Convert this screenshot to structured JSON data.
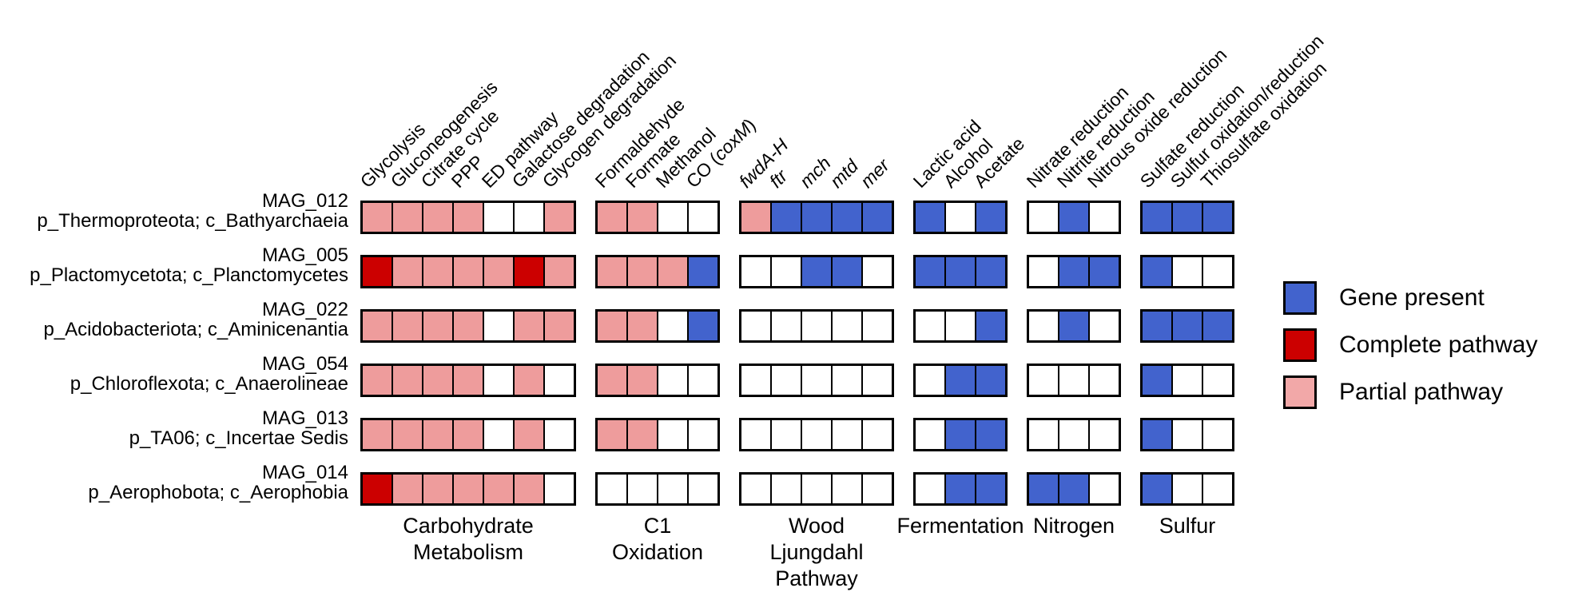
{
  "chart_data": {
    "type": "heatmap",
    "title": "",
    "cell_colors": {
      "B": "#4263CD",
      "C": "#CC0000",
      "P": "#EE9C9C",
      "W": "#FFFFFF"
    },
    "cell_meaning": {
      "B": "Gene present",
      "C": "Complete pathway",
      "P": "Partial pathway",
      "W": "Absent"
    },
    "legend": [
      {
        "label": "Gene present",
        "color": "#4263CD"
      },
      {
        "label": "Complete pathway",
        "color": "#CC0000"
      },
      {
        "label": "Partial pathway",
        "color": "#F2A8A8"
      }
    ],
    "column_groups": [
      {
        "name_lines": [
          "Carbohydrate",
          "Metabolism"
        ],
        "columns": [
          {
            "label": "Glycolysis"
          },
          {
            "label": "Gluconeogenesis"
          },
          {
            "label": "Citrate cycle"
          },
          {
            "label": "PPP"
          },
          {
            "label": "ED pathway"
          },
          {
            "label": "Galactose degradation"
          },
          {
            "label": "Glycogen degradation"
          }
        ]
      },
      {
        "name_lines": [
          "C1",
          "Oxidation"
        ],
        "columns": [
          {
            "label": "Formaldehyde"
          },
          {
            "label": "Formate"
          },
          {
            "label": "Methanol"
          },
          {
            "label": "CO (coxM)",
            "parts": [
              {
                "t": "CO (",
                "i": false
              },
              {
                "t": "coxM",
                "i": true
              },
              {
                "t": ")",
                "i": false
              }
            ]
          }
        ]
      },
      {
        "name_lines": [
          "Wood",
          "Ljungdahl",
          "Pathway"
        ],
        "columns": [
          {
            "label": "fwdA-H",
            "italic": true
          },
          {
            "label": "ftr",
            "italic": true
          },
          {
            "label": "mch",
            "italic": true
          },
          {
            "label": "mtd",
            "italic": true
          },
          {
            "label": "mer",
            "italic": true
          }
        ]
      },
      {
        "name_lines": [
          "Fermentation"
        ],
        "columns": [
          {
            "label": "Lactic acid"
          },
          {
            "label": "Alcohol"
          },
          {
            "label": "Acetate"
          }
        ]
      },
      {
        "name_lines": [
          "Nitrogen"
        ],
        "columns": [
          {
            "label": "Nitrate reduction"
          },
          {
            "label": "Nitrite reduction"
          },
          {
            "label": "Nitrous oxide reduction"
          }
        ]
      },
      {
        "name_lines": [
          "Sulfur"
        ],
        "columns": [
          {
            "label": "Sulfate reduction"
          },
          {
            "label": "Sulfur oxidation/reduction"
          },
          {
            "label": "Thiosulfate oxidation"
          }
        ]
      }
    ],
    "rows": [
      {
        "mag": "MAG_012",
        "taxonomy": "p_Thermoproteota; c_Bathyarchaeia",
        "cells": [
          [
            "P",
            "P",
            "P",
            "P",
            "W",
            "W",
            "P"
          ],
          [
            "P",
            "P",
            "W",
            "W"
          ],
          [
            "P",
            "B",
            "B",
            "B",
            "B"
          ],
          [
            "B",
            "W",
            "B"
          ],
          [
            "W",
            "B",
            "W"
          ],
          [
            "B",
            "B",
            "B"
          ]
        ]
      },
      {
        "mag": "MAG_005",
        "taxonomy": "p_Plactomycetota; c_Planctomycetes",
        "cells": [
          [
            "C",
            "P",
            "P",
            "P",
            "P",
            "C",
            "P"
          ],
          [
            "P",
            "P",
            "P",
            "B"
          ],
          [
            "W",
            "W",
            "B",
            "B",
            "W"
          ],
          [
            "B",
            "B",
            "B"
          ],
          [
            "W",
            "B",
            "B"
          ],
          [
            "B",
            "W",
            "W"
          ]
        ]
      },
      {
        "mag": "MAG_022",
        "taxonomy": "p_Acidobacteriota; c_Aminicenantia",
        "cells": [
          [
            "P",
            "P",
            "P",
            "P",
            "W",
            "P",
            "P"
          ],
          [
            "P",
            "P",
            "W",
            "B"
          ],
          [
            "W",
            "W",
            "W",
            "W",
            "W"
          ],
          [
            "W",
            "W",
            "B"
          ],
          [
            "W",
            "B",
            "W"
          ],
          [
            "B",
            "B",
            "B"
          ]
        ]
      },
      {
        "mag": "MAG_054",
        "taxonomy": "p_Chloroflexota; c_Anaerolineae",
        "cells": [
          [
            "P",
            "P",
            "P",
            "P",
            "W",
            "P",
            "W"
          ],
          [
            "P",
            "P",
            "W",
            "W"
          ],
          [
            "W",
            "W",
            "W",
            "W",
            "W"
          ],
          [
            "W",
            "B",
            "B"
          ],
          [
            "W",
            "W",
            "W"
          ],
          [
            "B",
            "W",
            "W"
          ]
        ]
      },
      {
        "mag": "MAG_013",
        "taxonomy": "p_TA06; c_Incertae Sedis",
        "cells": [
          [
            "P",
            "P",
            "P",
            "P",
            "W",
            "P",
            "W"
          ],
          [
            "P",
            "P",
            "W",
            "W"
          ],
          [
            "W",
            "W",
            "W",
            "W",
            "W"
          ],
          [
            "W",
            "B",
            "B"
          ],
          [
            "W",
            "W",
            "W"
          ],
          [
            "B",
            "W",
            "W"
          ]
        ]
      },
      {
        "mag": "MAG_014",
        "taxonomy": "p_Aerophobota; c_Aerophobia",
        "cells": [
          [
            "C",
            "P",
            "P",
            "P",
            "P",
            "P",
            "W"
          ],
          [
            "W",
            "W",
            "W",
            "W"
          ],
          [
            "W",
            "W",
            "W",
            "W",
            "W"
          ],
          [
            "W",
            "B",
            "B"
          ],
          [
            "B",
            "B",
            "W"
          ],
          [
            "B",
            "W",
            "W"
          ]
        ]
      }
    ]
  }
}
